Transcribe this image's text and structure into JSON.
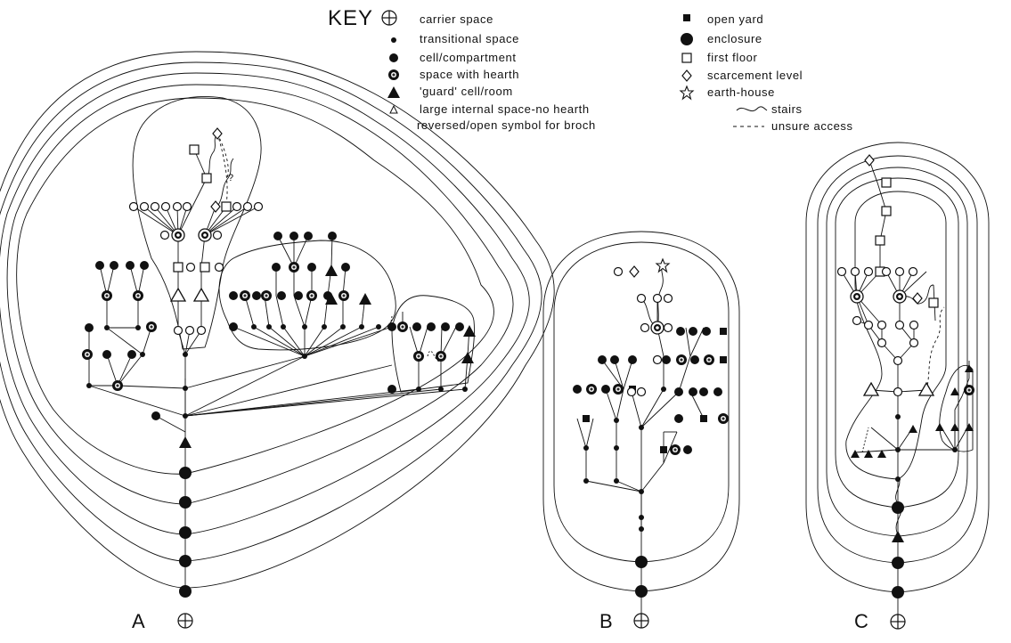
{
  "key": {
    "title": "KEY",
    "items": [
      {
        "symbol": "carrier",
        "label": "carrier space"
      },
      {
        "symbol": "transitional",
        "label": "transitional space"
      },
      {
        "symbol": "cell",
        "label": "cell/compartment"
      },
      {
        "symbol": "hearth",
        "label": "space with hearth"
      },
      {
        "symbol": "guard",
        "label": "'guard' cell/room"
      },
      {
        "symbol": "large-internal",
        "label": "large internal space-no hearth"
      },
      {
        "symbol": "open-yard",
        "label": "open yard"
      },
      {
        "symbol": "enclosure",
        "label": "enclosure"
      },
      {
        "symbol": "first-floor",
        "label": "first floor"
      },
      {
        "symbol": "scarcement",
        "label": "scarcement level"
      },
      {
        "symbol": "earth-house",
        "label": "earth-house"
      },
      {
        "symbol": "stairs",
        "label": "stairs"
      },
      {
        "symbol": "unsure",
        "label": "unsure access"
      }
    ],
    "note": "reversed/open symbol for broch"
  },
  "panels": {
    "a": {
      "label": "A"
    },
    "b": {
      "label": "B"
    },
    "c": {
      "label": "C"
    }
  },
  "annotations": {
    "question_mark": "?"
  }
}
